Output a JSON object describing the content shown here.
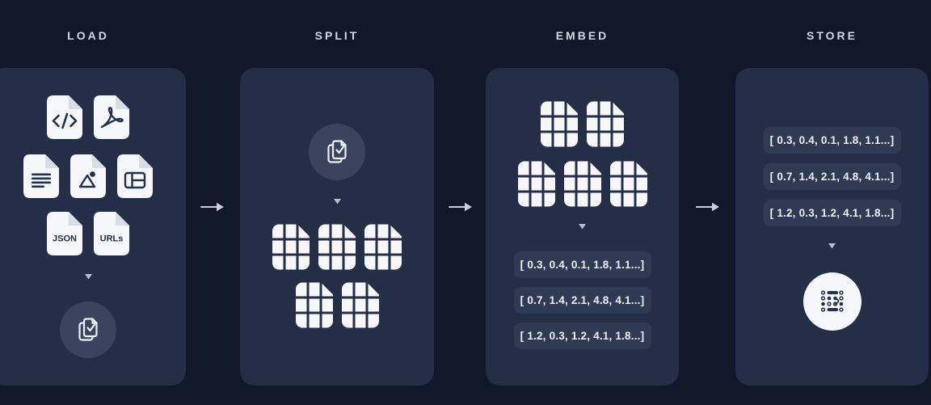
{
  "stages": [
    {
      "label": "LOAD"
    },
    {
      "label": "SPLIT"
    },
    {
      "label": "EMBED"
    },
    {
      "label": "STORE"
    }
  ],
  "connectors": {
    "icon": "right-arrow-icon",
    "count": 3
  },
  "load": {
    "files": [
      {
        "type": "code",
        "icon": "code-file-icon"
      },
      {
        "type": "pdf",
        "icon": "pdf-file-icon"
      },
      {
        "type": "text",
        "icon": "text-file-icon"
      },
      {
        "type": "image",
        "icon": "image-file-icon"
      },
      {
        "type": "table",
        "icon": "table-file-icon"
      },
      {
        "type": "json",
        "icon": "json-file-icon",
        "label": "JSON"
      },
      {
        "type": "urls",
        "icon": "urls-file-icon",
        "label": "URLs"
      }
    ],
    "flow_icon": "down-triangle-icon",
    "result_icon": "documents-check-icon"
  },
  "split": {
    "source_icon": "documents-check-icon",
    "flow_icon": "down-triangle-icon",
    "chunk_icon": "chunked-document-icon",
    "chunk_rows": [
      3,
      2
    ]
  },
  "embed": {
    "chunk_icon": "chunked-document-icon",
    "chunk_rows": [
      2,
      3
    ],
    "flow_icon": "down-triangle-icon",
    "vectors": [
      "[ 0.3, 0.4, 0.1, 1.8, 1.1...]",
      "[ 0.7, 1.4, 2.1, 4.8, 4.1...]",
      "[ 1.2, 0.3, 1.2, 4.1, 1.8...]"
    ]
  },
  "store": {
    "vectors": [
      "[ 0.3, 0.4, 0.1, 1.8, 1.1...]",
      "[ 0.7, 1.4, 2.1, 4.8, 4.1...]",
      "[ 1.2, 0.3, 1.2, 4.1, 1.8...]"
    ],
    "flow_icon": "down-triangle-icon",
    "db_icon": "vector-store-icon"
  },
  "colors": {
    "background": "#111829",
    "panel": "#252e47",
    "chip": "#2f3a55",
    "icon_circle": "#3a445f",
    "file": "#f5f7fa",
    "file_fold": "#d8dde9",
    "glyph": "#26304a",
    "header_text": "#d3d8e2",
    "arrow": "#c9cfdb"
  }
}
